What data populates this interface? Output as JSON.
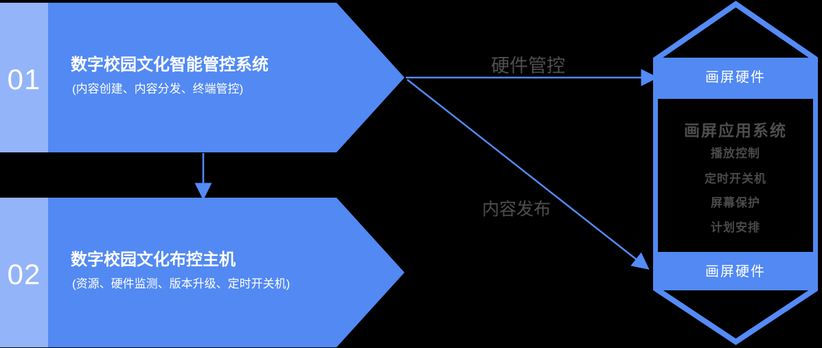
{
  "colors": {
    "background": "#000000",
    "banner_fill": "#5289F3",
    "banner_strip": "#93B4F8",
    "stroke_blue": "#548BF7",
    "white_text": "#FFFFFF",
    "gray_text": "#4E4E4E"
  },
  "step1": {
    "number": "01",
    "title": "数字校园文化智能管控系统",
    "subtitle": "(内容创建、内容分发、终端管控)"
  },
  "step2": {
    "number": "02",
    "title": "数字校园文化布控主机",
    "subtitle": "(资源、硬件监测、版本升级、定时开关机)"
  },
  "flows": {
    "hardware_label": "硬件管控",
    "content_label": "内容发布"
  },
  "hexagon": {
    "top_band": "画屏硬件",
    "inner_title": "画屏应用系统",
    "items": [
      "播放控制",
      "定时开关机",
      "屏幕保护",
      "计划安排"
    ],
    "bottom_band": "画屏硬件"
  }
}
